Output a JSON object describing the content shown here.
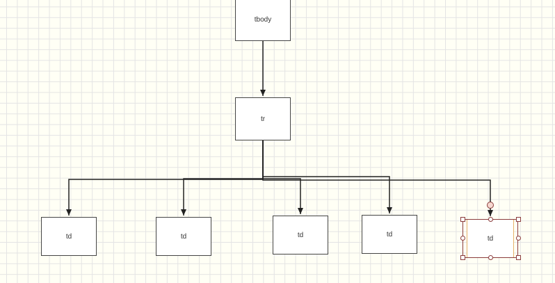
{
  "diagram": {
    "nodes": {
      "tbody": "tbody",
      "tr": "tr",
      "td1": "td",
      "td2": "td",
      "td3": "td",
      "td4": "td",
      "td5": "td"
    },
    "edges": [
      {
        "from": "tbody",
        "to": "tr"
      },
      {
        "from": "tr",
        "to": "td1"
      },
      {
        "from": "tr",
        "to": "td2"
      },
      {
        "from": "tr",
        "to": "td3"
      },
      {
        "from": "tr",
        "to": "td4"
      },
      {
        "from": "tr",
        "to": "td5"
      }
    ],
    "selected_node": "td5"
  },
  "colors": {
    "grid_background": "#fffff5",
    "grid_line": "#e4e4e4",
    "node_border": "#444444",
    "edge": "#222222",
    "selection_handle": "#8a3b3b",
    "selected_node_border": "#e7b36a"
  }
}
